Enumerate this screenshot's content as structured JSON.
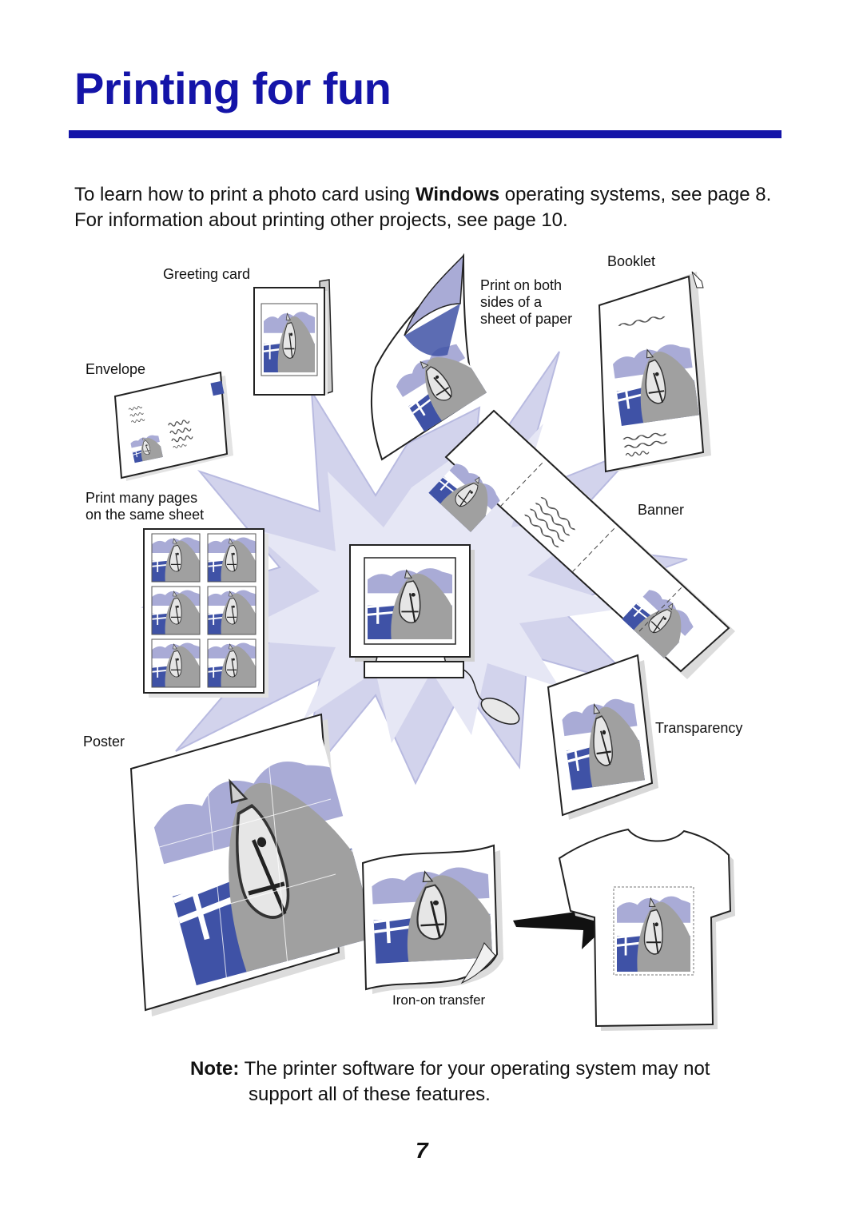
{
  "page": {
    "title": "Printing for fun",
    "intro": {
      "part1": "To learn how to print a photo card using ",
      "bold": "Windows",
      "part2": " operating systems, see page 8. For information about printing other projects, see page 10."
    },
    "note": {
      "label": "Note:",
      "line1": " The printer software for your operating system may not",
      "line2": "support all of these features."
    },
    "page_number": "7"
  },
  "figure": {
    "labels": {
      "greeting_card": "Greeting card",
      "envelope": "Envelope",
      "print_many_line1": "Print many pages",
      "print_many_line2": "on the same sheet",
      "poster": "Poster",
      "print_both_line1": "Print on both",
      "print_both_line2": "sides of a",
      "print_both_line3": "sheet of paper",
      "booklet": "Booklet",
      "banner": "Banner",
      "transparency": "Transparency",
      "iron_on": "Iron-on transfer"
    },
    "colors": {
      "brand_blue": "#1414a8",
      "photo_blue": "#3f52a6",
      "sky_lavender": "#a9abd6",
      "starburst": "#c9cbe8"
    }
  }
}
